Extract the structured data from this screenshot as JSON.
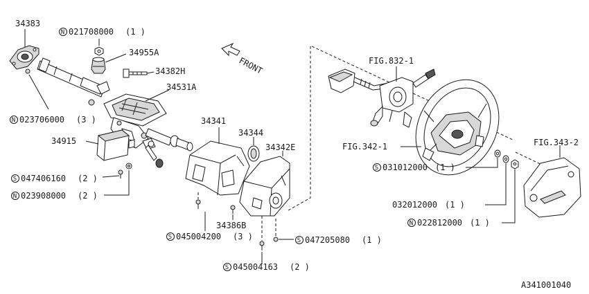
{
  "parts": {
    "p34383": "34383",
    "p34955A": "34955A",
    "p34382H": "34382H",
    "p34531A": "34531A",
    "p34915": "34915",
    "p34341": "34341",
    "p34344": "34344",
    "p34342E": "34342E",
    "p34386B": "34386B"
  },
  "fasteners": {
    "n021708000": {
      "symbol": "N",
      "code": "021708000",
      "qty": "(1 )"
    },
    "n023706000": {
      "symbol": "N",
      "code": "023706000",
      "qty": "(3 )"
    },
    "s047406160": {
      "symbol": "S",
      "code": "047406160",
      "qty": "(2 )"
    },
    "n023908000": {
      "symbol": "N",
      "code": "023908000",
      "qty": "(2 )"
    },
    "s045004200": {
      "symbol": "S",
      "code": "045004200",
      "qty": "(3 )"
    },
    "s047205080": {
      "symbol": "S",
      "code": "047205080",
      "qty": "(1 )"
    },
    "s045004163": {
      "symbol": "S",
      "code": "045004163",
      "qty": "(2 )"
    },
    "s031012000": {
      "symbol": "S",
      "code": "031012000",
      "qty": "(1 )"
    },
    "p032012000": {
      "code": "032012000",
      "qty": "(1 )"
    },
    "n022812000": {
      "symbol": "N",
      "code": "022812000",
      "qty": "(1 )"
    }
  },
  "figures": {
    "fig832": "FIG.832-1",
    "fig342": "FIG.342-1",
    "fig343": "FIG.343-2"
  },
  "front_label": "FRONT",
  "drawing_id": "A341001040"
}
